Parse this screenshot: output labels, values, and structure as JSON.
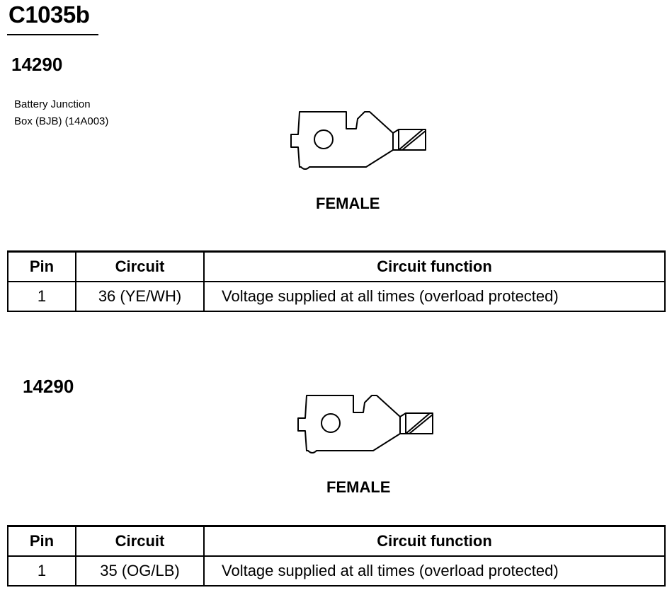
{
  "connector": "C1035b",
  "sections": [
    {
      "part_number": "14290",
      "description_lines": [
        "Battery Junction",
        "Box (BJB) (14A003)"
      ],
      "gender": "FEMALE",
      "table": {
        "headers": [
          "Pin",
          "Circuit",
          "Circuit function"
        ],
        "rows": [
          {
            "pin": "1",
            "circuit": "36 (YE/WH)",
            "function": "Voltage supplied at all times (overload protected)"
          }
        ]
      }
    },
    {
      "part_number": "14290",
      "gender": "FEMALE",
      "table": {
        "headers": [
          "Pin",
          "Circuit",
          "Circuit function"
        ],
        "rows": [
          {
            "pin": "1",
            "circuit": "35 (OG/LB)",
            "function": "Voltage supplied at all times (overload protected)"
          }
        ]
      }
    }
  ]
}
